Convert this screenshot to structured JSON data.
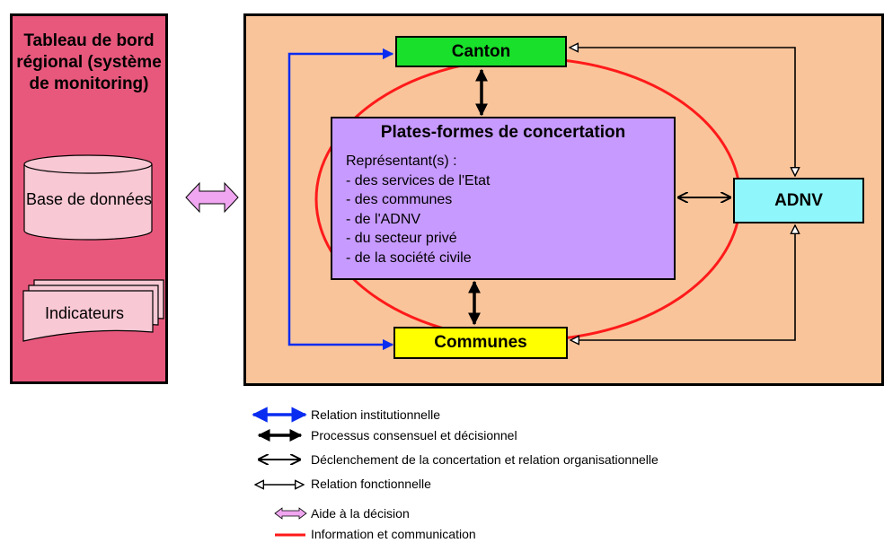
{
  "left_panel": {
    "title": "Tableau de bord régional (système de monitoring)",
    "database_label": "Base de données",
    "indicators_label": "Indicateurs"
  },
  "nodes": {
    "canton": "Canton",
    "communes": "Communes",
    "adnv": "ADNV",
    "platform_title": "Plates-formes de concertation",
    "platform_items": [
      "Représentant(s) :",
      "- des services de l'Etat",
      "- des communes",
      "- de l'ADNV",
      "- du secteur privé",
      "- de la société civile"
    ]
  },
  "legend": [
    {
      "label": "Relation institutionnelle",
      "style": "blue-double-filled"
    },
    {
      "label": "Processus consensuel et décisionnel",
      "style": "black-double-filled"
    },
    {
      "label": "Déclenchement de la concertation et relation organisationnelle",
      "style": "black-double-open"
    },
    {
      "label": "Relation fonctionnelle",
      "style": "black-double-hollow"
    },
    {
      "label": "Aide à la décision",
      "style": "pink-block-arrow"
    },
    {
      "label": "Information et communication",
      "style": "red-line"
    }
  ],
  "colors": {
    "left_panel": "#e8587c",
    "main_panel": "#f9c49a",
    "canton": "#19e02a",
    "communes": "#ffff00",
    "adnv": "#8ff7fb",
    "platform": "#c79aff",
    "institutional": "#0a2cf0",
    "information": "#ff1a1a",
    "decision_aid": "#f0a6f0"
  }
}
